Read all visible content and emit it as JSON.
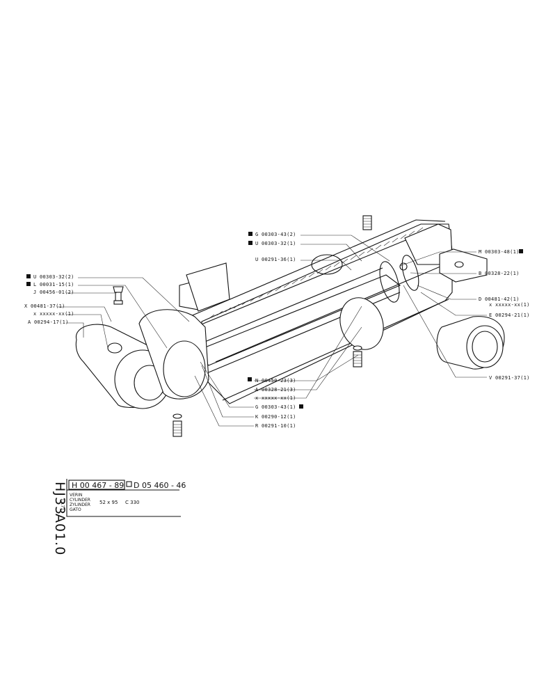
{
  "drawing": {
    "code_main": "HJ33",
    "code_sub": "A01.0",
    "date": "12.71",
    "part_number": "H 00 467 - 89",
    "alt_part_number": "D 05 460 - 46",
    "names": [
      "VERIN",
      "CYLINDER",
      "ZYLINDER",
      "GATO"
    ],
    "size": "52 x 95",
    "model": "C 330"
  },
  "callouts": {
    "left": [
      {
        "text": "U 00303-32(2)",
        "marked": true
      },
      {
        "text": "L 00031-15(1)",
        "marked": true
      },
      {
        "text": "J 00456-01(2)",
        "marked": false
      },
      {
        "text": "X 00481-37(1)",
        "marked": false
      },
      {
        "text": "x xxxxx-xx(1)",
        "marked": false
      },
      {
        "text": "A 00294-17(1)",
        "marked": false
      }
    ],
    "top": [
      {
        "text": "G 00303-43(2)",
        "marked": true
      },
      {
        "text": "U 00303-32(1)",
        "marked": true
      },
      {
        "text": "U 00291-36(1)",
        "marked": false
      }
    ],
    "right": [
      {
        "text": "M 00303-48(1)",
        "marked": true
      },
      {
        "text": "B 00328-22(1)",
        "marked": false
      },
      {
        "text": "D 00481-42(1)",
        "marked": false
      },
      {
        "text": "x xxxxx-xx(1)",
        "marked": false
      },
      {
        "text": "E 00294-21(1)",
        "marked": false
      },
      {
        "text": "V 00291-37(1)",
        "marked": false
      }
    ],
    "bottom": [
      {
        "text": "N 00450-23(3)",
        "marked": true
      },
      {
        "text": "A 00328-21(3)",
        "marked": false
      },
      {
        "text": "x xxxxx-xx(1)",
        "marked": false
      },
      {
        "text": "G 00303-43(1)",
        "marked": true
      },
      {
        "text": "K 00290-12(1)",
        "marked": false
      },
      {
        "text": "R 00291-10(1)",
        "marked": false
      }
    ]
  }
}
